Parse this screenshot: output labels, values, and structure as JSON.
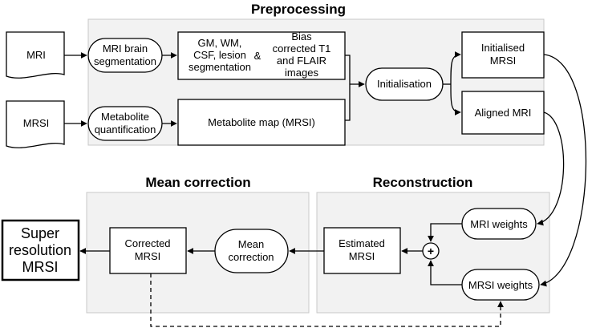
{
  "sections": {
    "preprocessing": "Preprocessing",
    "mean_correction": "Mean correction",
    "reconstruction": "Reconstruction"
  },
  "inputs": {
    "mri": "MRI",
    "mrsi": "MRSI"
  },
  "nodes": {
    "mri_seg": [
      "MRI brain",
      "segmentation"
    ],
    "tissue_seg": [
      "GM, WM,",
      "CSF, lesion",
      "segmentation"
    ],
    "ampersand": "&",
    "bias_images": [
      "Bias",
      "corrected T1",
      "and FLAIR",
      "images"
    ],
    "metab_quant": [
      "Metabolite",
      "quantification"
    ],
    "metab_map": "Metabolite map (MRSI)",
    "initialisation": "Initialisation",
    "init_mrsi": [
      "Initialised",
      "MRSI"
    ],
    "aligned_mri": "Aligned MRI",
    "mri_weights": "MRI weights",
    "mrsi_weights": "MRSI weights",
    "plus": "+",
    "est_mrsi": [
      "Estimated",
      "MRSI"
    ],
    "mean_corr": [
      "Mean",
      "correction"
    ],
    "corr_mrsi": [
      "Corrected",
      "MRSI"
    ],
    "super_res": [
      "Super",
      "resolution",
      "MRSI"
    ]
  }
}
